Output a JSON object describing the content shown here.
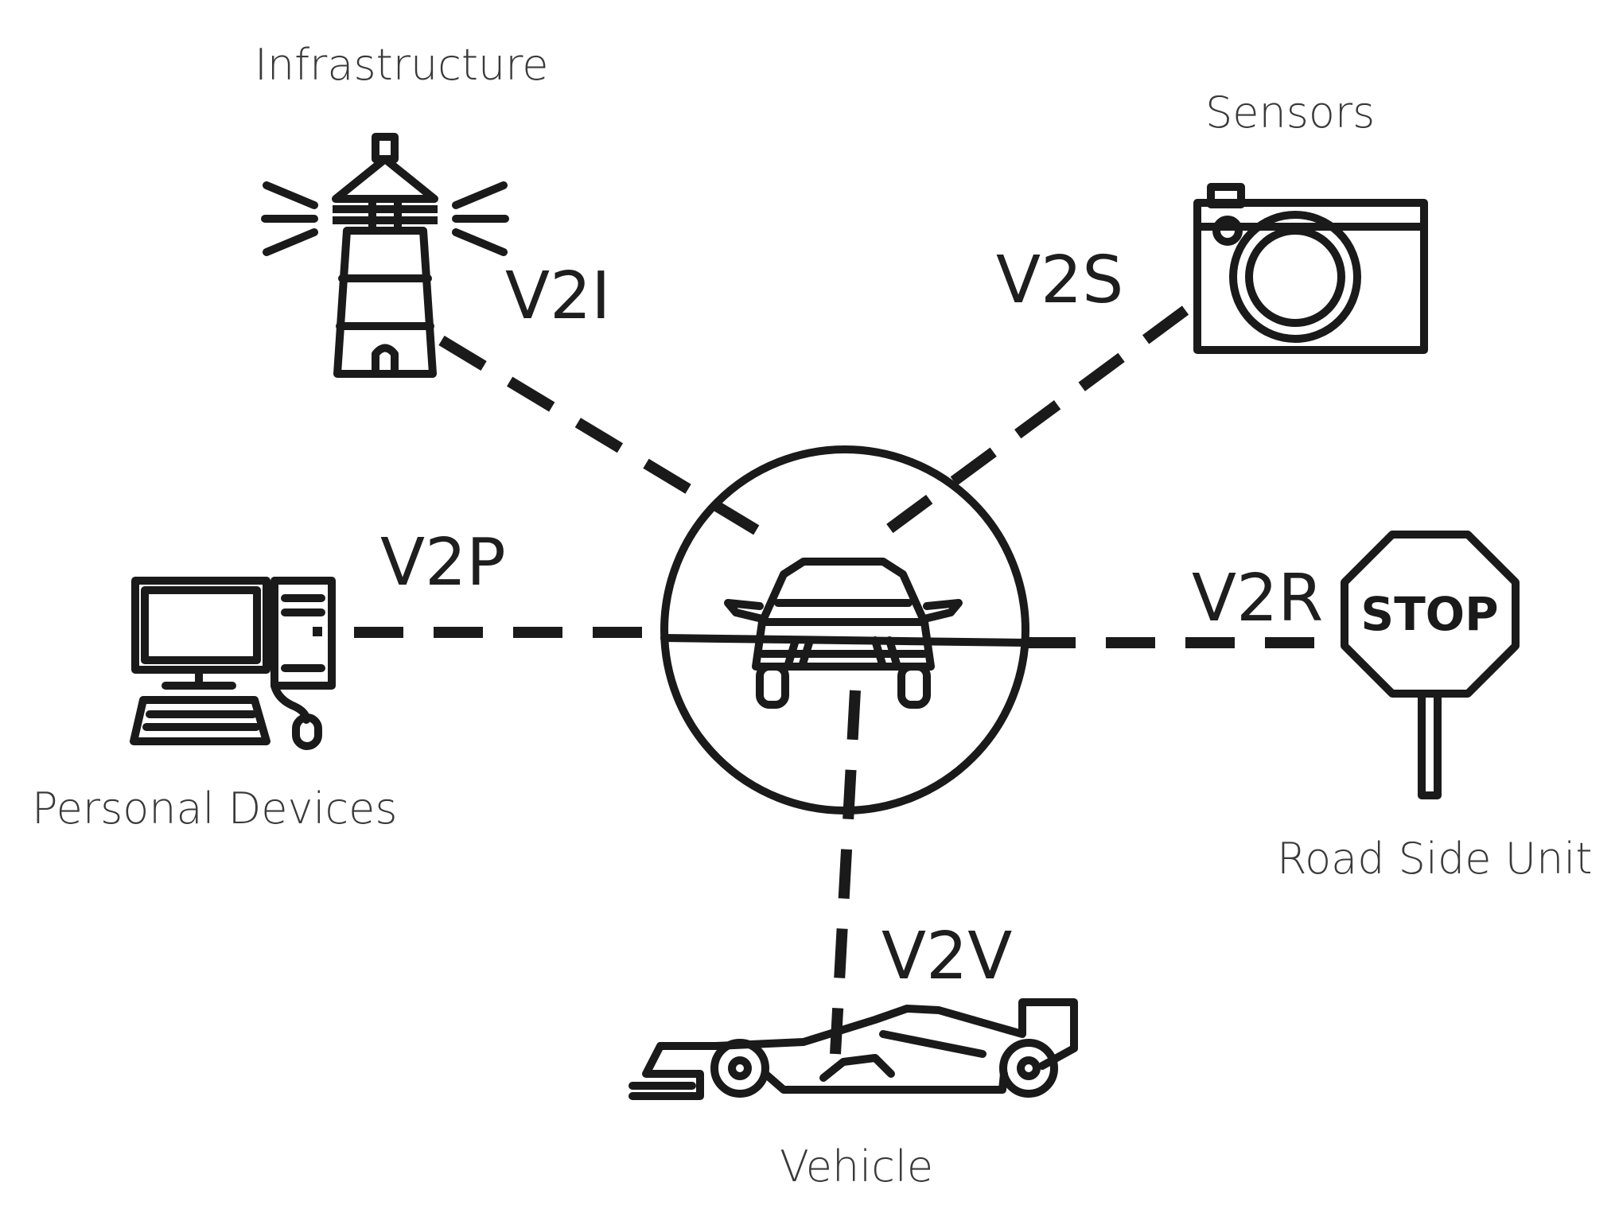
{
  "diagram": {
    "nodes": {
      "infrastructure": {
        "label": "Infrastructure",
        "icon": "lighthouse-icon",
        "link": "V2I"
      },
      "sensors": {
        "label": "Sensors",
        "icon": "camera-icon",
        "link": "V2S"
      },
      "personal_devices": {
        "label": "Personal Devices",
        "icon": "desktop-computer-icon",
        "link": "V2P"
      },
      "road_side_unit": {
        "label": "Road Side Unit",
        "icon": "stop-sign-icon",
        "link": "V2R",
        "sign_text": "STOP"
      },
      "vehicle": {
        "label": "Vehicle",
        "icon": "race-car-icon",
        "link": "V2V"
      },
      "center": {
        "icon": "car-front-icon"
      }
    },
    "colors": {
      "line": "#1a1a1a",
      "text": "#3a3a3a",
      "background": "#ffffff"
    }
  }
}
